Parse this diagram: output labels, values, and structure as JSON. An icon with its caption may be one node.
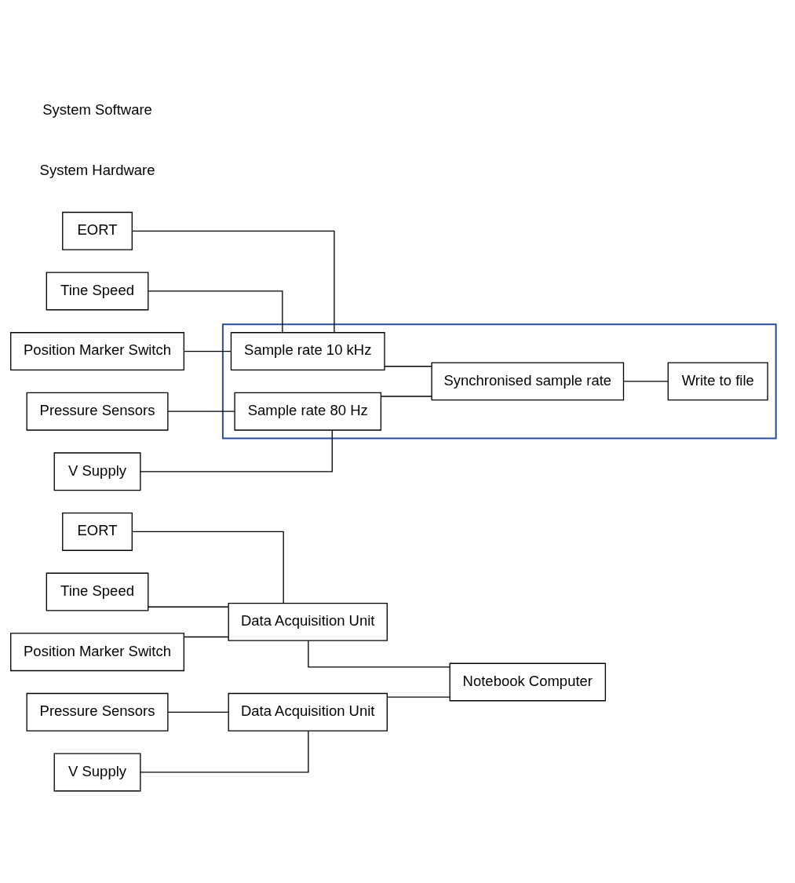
{
  "diagram": {
    "nodes": [
      {
        "text": [
          "EORT"
        ]
      },
      {
        "text": [
          "Tine Speed"
        ]
      },
      {
        "text": [
          "Position Marker Switch"
        ]
      },
      {
        "text": [
          "Data Acquisition Unit"
        ]
      },
      {
        "text": [
          "Pressure Sensors"
        ]
      },
      {
        "text": [
          "V Supply"
        ]
      },
      {
        "text": [
          "Data Acquisition Unit"
        ]
      },
      {
        "text": [
          "Notebook Computer"
        ]
      },
      {
        "text": [
          "EORT"
        ]
      },
      {
        "text": [
          "Tine Speed"
        ]
      },
      {
        "text": [
          "Position Marker Switch"
        ]
      },
      {
        "text": [
          "Pressure Sensors"
        ]
      },
      {
        "text": [
          "V Supply"
        ]
      },
      {
        "text": [],
        "shape": "box"
      },
      {
        "text": [
          "Sample rate 10 kHz"
        ],
        "in": 13
      },
      {
        "text": [
          "Sample rate 80 Hz"
        ],
        "in": 13
      },
      {
        "text": [
          "Synchronised sample rate"
        ],
        "in": 13
      },
      {
        "text": [
          "Write to file"
        ],
        "in": 13
      }
    ],
    "edges": [
      {
        "from": 0,
        "to": 3,
        "arrow": "none"
      },
      {
        "from": 1,
        "to": 3,
        "arrow": "none"
      },
      {
        "from": 2,
        "to": 3,
        "arrow": "none"
      },
      {
        "from": 4,
        "to": 6,
        "arrow": "none"
      },
      {
        "from": 5,
        "to": 6,
        "arrow": "none"
      },
      {
        "from": 3,
        "to": 7,
        "arrow": "none"
      },
      {
        "from": 6,
        "to": 7,
        "arrow": "none"
      },
      {
        "from": 8,
        "to": 14,
        "arrow": "none"
      },
      {
        "from": 9,
        "to": 14,
        "arrow": "none"
      },
      {
        "from": 10,
        "to": 14,
        "arrow": "none"
      },
      {
        "from": 11,
        "to": 15,
        "arrow": "none"
      },
      {
        "from": 12,
        "to": 15,
        "arrow": "none"
      },
      {
        "from": 14,
        "to": 16,
        "arrow": "none"
      },
      {
        "from": 15,
        "to": 16,
        "arrow": "none"
      },
      {
        "from": 16,
        "to": 17,
        "arrow": "none"
      }
    ],
    "labels": [
      "System Hardware",
      "System Software"
    ]
  }
}
